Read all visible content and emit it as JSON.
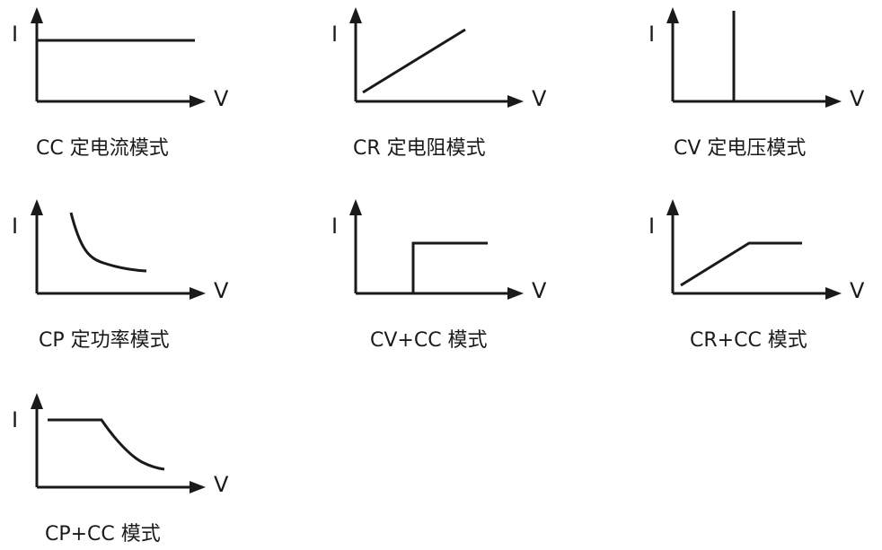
{
  "axis_labels": {
    "y": "I",
    "x": "V"
  },
  "panels": [
    {
      "id": "cc",
      "caption": "CC 定电流模式"
    },
    {
      "id": "cr",
      "caption": "CR 定电阻模式"
    },
    {
      "id": "cv",
      "caption": "CV 定电压模式"
    },
    {
      "id": "cp",
      "caption": "CP 定功率模式"
    },
    {
      "id": "cvcc",
      "caption": "CV+CC 模式"
    },
    {
      "id": "crcc",
      "caption": "CR+CC 模式"
    },
    {
      "id": "cpcc",
      "caption": "CP+CC 模式"
    }
  ],
  "colors": {
    "line": "#1a1a1a",
    "background": "#ffffff"
  }
}
